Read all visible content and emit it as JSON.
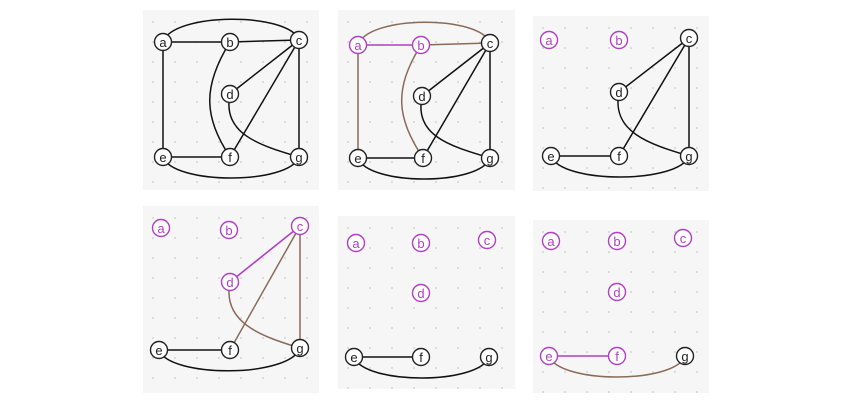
{
  "colors": {
    "default_node": "#222222",
    "highlight_node": "#b03fc4",
    "default_edge": "#111111",
    "highlight_edge": "#b03fc4",
    "used_edge": "#8a6b58",
    "background": "#f6f6f6",
    "grid_dot": "#c9c9c9"
  },
  "panels": [
    {
      "nodes": [
        {
          "id": "a",
          "label": "a",
          "state": "default"
        },
        {
          "id": "b",
          "label": "b",
          "state": "default"
        },
        {
          "id": "c",
          "label": "c",
          "state": "default"
        },
        {
          "id": "d",
          "label": "d",
          "state": "default"
        },
        {
          "id": "e",
          "label": "e",
          "state": "default"
        },
        {
          "id": "f",
          "label": "f",
          "state": "default"
        },
        {
          "id": "g",
          "label": "g",
          "state": "default"
        }
      ],
      "edges": [
        {
          "from": "a",
          "to": "b",
          "state": "default"
        },
        {
          "from": "a",
          "to": "c",
          "state": "default",
          "route": "arc-top"
        },
        {
          "from": "a",
          "to": "e",
          "state": "default"
        },
        {
          "from": "b",
          "to": "c",
          "state": "default"
        },
        {
          "from": "b",
          "to": "f",
          "state": "default",
          "route": "curve-left"
        },
        {
          "from": "c",
          "to": "d",
          "state": "default"
        },
        {
          "from": "c",
          "to": "f",
          "state": "default"
        },
        {
          "from": "c",
          "to": "g",
          "state": "default"
        },
        {
          "from": "d",
          "to": "g",
          "state": "default",
          "route": "curve-down"
        },
        {
          "from": "e",
          "to": "f",
          "state": "default"
        },
        {
          "from": "e",
          "to": "g",
          "state": "default",
          "route": "arc-bottom"
        }
      ]
    },
    {
      "nodes": [
        {
          "id": "a",
          "label": "a",
          "state": "highlight"
        },
        {
          "id": "b",
          "label": "b",
          "state": "highlight"
        },
        {
          "id": "c",
          "label": "c",
          "state": "default"
        },
        {
          "id": "d",
          "label": "d",
          "state": "default"
        },
        {
          "id": "e",
          "label": "e",
          "state": "default"
        },
        {
          "id": "f",
          "label": "f",
          "state": "default"
        },
        {
          "id": "g",
          "label": "g",
          "state": "default"
        }
      ],
      "edges": [
        {
          "from": "a",
          "to": "b",
          "state": "highlight"
        },
        {
          "from": "a",
          "to": "c",
          "state": "used",
          "route": "arc-top"
        },
        {
          "from": "a",
          "to": "e",
          "state": "used"
        },
        {
          "from": "b",
          "to": "c",
          "state": "used"
        },
        {
          "from": "b",
          "to": "f",
          "state": "used",
          "route": "curve-left"
        },
        {
          "from": "c",
          "to": "d",
          "state": "default"
        },
        {
          "from": "c",
          "to": "f",
          "state": "default"
        },
        {
          "from": "c",
          "to": "g",
          "state": "default"
        },
        {
          "from": "d",
          "to": "g",
          "state": "default",
          "route": "curve-down"
        },
        {
          "from": "e",
          "to": "f",
          "state": "default"
        },
        {
          "from": "e",
          "to": "g",
          "state": "default",
          "route": "arc-bottom"
        }
      ]
    },
    {
      "nodes": [
        {
          "id": "a",
          "label": "a",
          "state": "highlight"
        },
        {
          "id": "b",
          "label": "b",
          "state": "highlight"
        },
        {
          "id": "c",
          "label": "c",
          "state": "default"
        },
        {
          "id": "d",
          "label": "d",
          "state": "default"
        },
        {
          "id": "e",
          "label": "e",
          "state": "default"
        },
        {
          "id": "f",
          "label": "f",
          "state": "default"
        },
        {
          "id": "g",
          "label": "g",
          "state": "default"
        }
      ],
      "edges": [
        {
          "from": "c",
          "to": "d",
          "state": "default"
        },
        {
          "from": "c",
          "to": "f",
          "state": "default"
        },
        {
          "from": "c",
          "to": "g",
          "state": "default"
        },
        {
          "from": "d",
          "to": "g",
          "state": "default",
          "route": "curve-down"
        },
        {
          "from": "e",
          "to": "f",
          "state": "default"
        },
        {
          "from": "e",
          "to": "g",
          "state": "default",
          "route": "arc-bottom"
        }
      ]
    },
    {
      "nodes": [
        {
          "id": "a",
          "label": "a",
          "state": "highlight"
        },
        {
          "id": "b",
          "label": "b",
          "state": "highlight"
        },
        {
          "id": "c",
          "label": "c",
          "state": "highlight"
        },
        {
          "id": "d",
          "label": "d",
          "state": "highlight"
        },
        {
          "id": "e",
          "label": "e",
          "state": "default"
        },
        {
          "id": "f",
          "label": "f",
          "state": "default"
        },
        {
          "id": "g",
          "label": "g",
          "state": "default"
        }
      ],
      "edges": [
        {
          "from": "c",
          "to": "d",
          "state": "highlight"
        },
        {
          "from": "c",
          "to": "f",
          "state": "used"
        },
        {
          "from": "c",
          "to": "g",
          "state": "used"
        },
        {
          "from": "d",
          "to": "g",
          "state": "used",
          "route": "curve-down"
        },
        {
          "from": "e",
          "to": "f",
          "state": "default"
        },
        {
          "from": "e",
          "to": "g",
          "state": "default",
          "route": "arc-bottom"
        }
      ]
    },
    {
      "nodes": [
        {
          "id": "a",
          "label": "a",
          "state": "highlight"
        },
        {
          "id": "b",
          "label": "b",
          "state": "highlight"
        },
        {
          "id": "c",
          "label": "c",
          "state": "highlight"
        },
        {
          "id": "d",
          "label": "d",
          "state": "highlight"
        },
        {
          "id": "e",
          "label": "e",
          "state": "default"
        },
        {
          "id": "f",
          "label": "f",
          "state": "default"
        },
        {
          "id": "g",
          "label": "g",
          "state": "default"
        }
      ],
      "edges": [
        {
          "from": "e",
          "to": "f",
          "state": "default"
        },
        {
          "from": "e",
          "to": "g",
          "state": "default",
          "route": "arc-bottom"
        }
      ]
    },
    {
      "nodes": [
        {
          "id": "a",
          "label": "a",
          "state": "highlight"
        },
        {
          "id": "b",
          "label": "b",
          "state": "highlight"
        },
        {
          "id": "c",
          "label": "c",
          "state": "highlight"
        },
        {
          "id": "d",
          "label": "d",
          "state": "highlight"
        },
        {
          "id": "e",
          "label": "e",
          "state": "highlight"
        },
        {
          "id": "f",
          "label": "f",
          "state": "highlight"
        },
        {
          "id": "g",
          "label": "g",
          "state": "default"
        }
      ],
      "edges": [
        {
          "from": "e",
          "to": "f",
          "state": "highlight"
        },
        {
          "from": "e",
          "to": "g",
          "state": "used",
          "route": "arc-bottom"
        }
      ]
    }
  ]
}
